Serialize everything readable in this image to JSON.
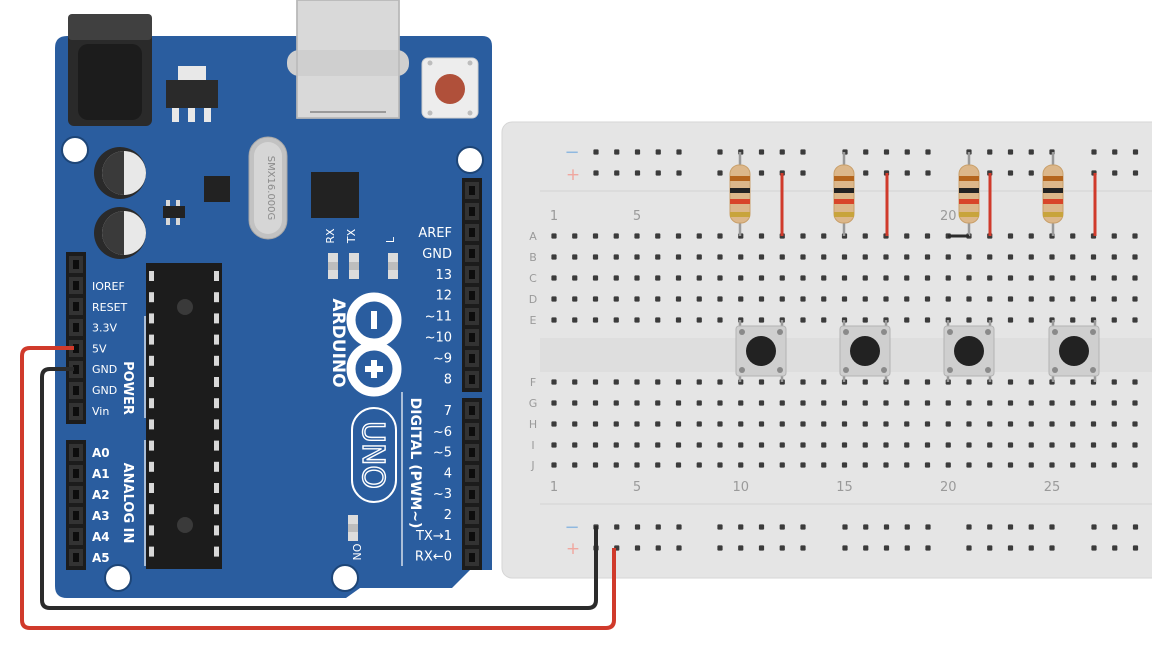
{
  "board": {
    "brand": "ARDUINO",
    "model": "UNO",
    "crystal_label": "SMX16.000G",
    "header_digital_title": "DIGITAL (PWM~)",
    "header_power_title": "POWER",
    "header_analog_title": "ANALOG IN",
    "led_labels": [
      "RX",
      "TX",
      "L"
    ],
    "on_label": "ON",
    "power_pins": [
      "IOREF",
      "RESET",
      "3.3V",
      "5V",
      "GND",
      "GND",
      "Vin"
    ],
    "analog_pins": [
      "A0",
      "A1",
      "A2",
      "A3",
      "A4",
      "A5"
    ],
    "digital_pins_top": [
      "AREF",
      "GND",
      "13",
      "12",
      "~11",
      "~10",
      "~9",
      "8"
    ],
    "digital_pins_bottom": [
      "7",
      "~6",
      "~5",
      "4",
      "~3",
      "2",
      "TX→1",
      "RX←0"
    ]
  },
  "breadboard": {
    "row_letters_top": [
      "A",
      "B",
      "C",
      "D",
      "E"
    ],
    "row_letters_bottom": [
      "F",
      "G",
      "H",
      "I",
      "J"
    ],
    "column_numbers": [
      "1",
      "5",
      "10",
      "15",
      "20",
      "25"
    ],
    "rail_minus": "−",
    "rail_plus": "+"
  },
  "components": {
    "resistor_count": 4,
    "button_count": 4
  },
  "colors": {
    "board_blue": "#2a5d9f",
    "breadboard": "#e5e5e5",
    "wire_red": "#d03a2b",
    "wire_black": "#2b2b2b",
    "rail_minus": "#8fb8e0",
    "rail_plus": "#f0a79f"
  }
}
